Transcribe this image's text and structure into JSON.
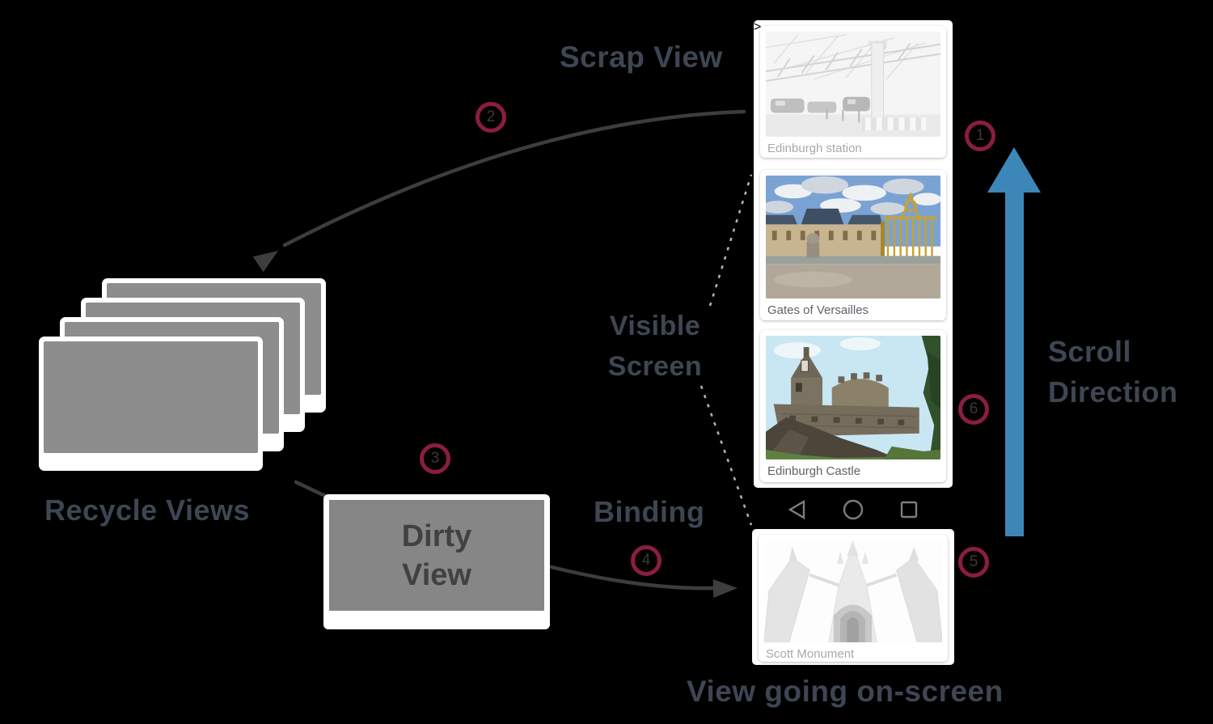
{
  "colors": {
    "background": "#000000",
    "label_text": "#3e4653",
    "badge_ring": "#8c1d40",
    "badge_text": "#3a3a3a",
    "scroll_arrow": "#3c86b8",
    "arrow_dark": "#3d3d3d",
    "card_gray": "#868686",
    "stack_gray": "#8d8d8d",
    "caption_dark": "#5d6167",
    "caption_faded": "#a9a9a9",
    "nav_icon": "#7d7d7d"
  },
  "labels": {
    "scrap_view": "Scrap View",
    "recycle_views": "Recycle Views",
    "visible_screen": "Visible Screen",
    "binding": "Binding",
    "scroll_direction": "Scroll Direction",
    "view_going_onscreen": "View going on-screen"
  },
  "dirty_view": {
    "label": "Dirty View"
  },
  "badges": [
    "1",
    "2",
    "3",
    "4",
    "5",
    "6"
  ],
  "phone": {
    "cards": [
      {
        "caption": "Edinburgh station",
        "state": "scrap (faded, scrolled off-screen)"
      },
      {
        "caption": "Gates of Versailles",
        "state": "visible"
      },
      {
        "caption": "Edinburgh Castle",
        "state": "visible"
      },
      {
        "caption": "Scott Monument",
        "state": "incoming (faded, going on-screen)"
      }
    ],
    "nav_icons": [
      "back-icon",
      "home-icon",
      "recents-icon"
    ]
  }
}
